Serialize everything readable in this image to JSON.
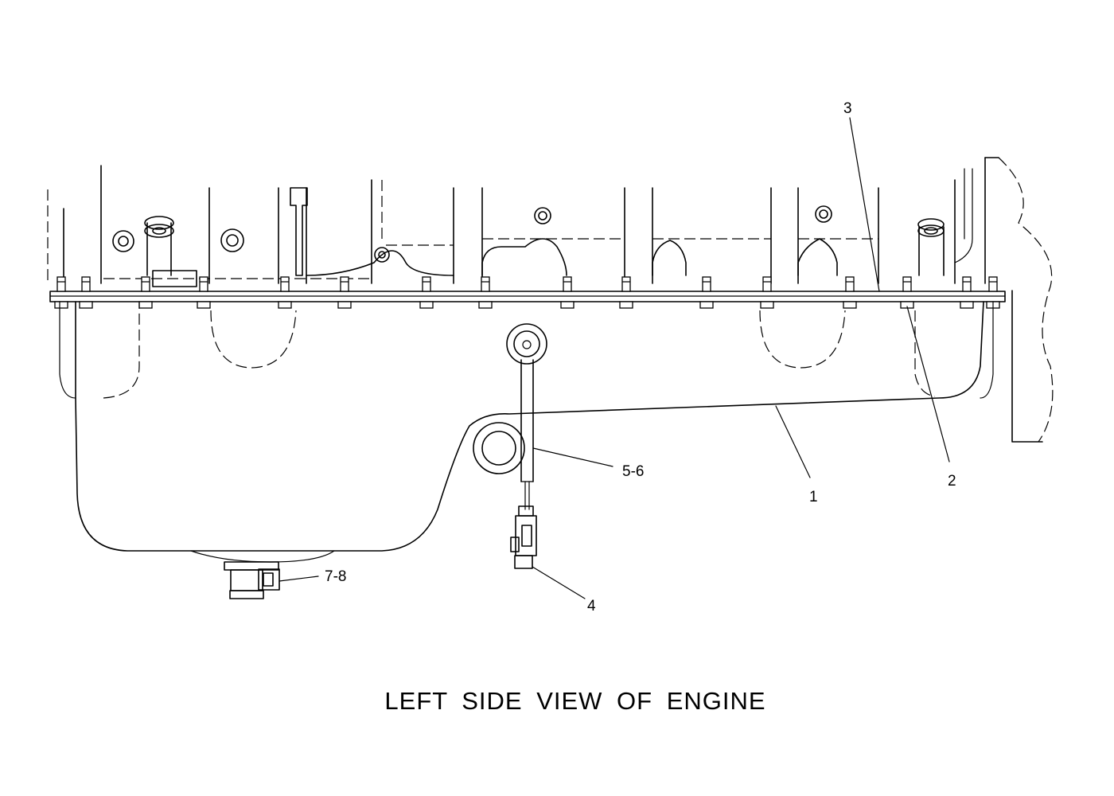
{
  "callouts": {
    "c1": "1",
    "c2": "2",
    "c3": "3",
    "c4": "4",
    "c5_6": "5-6",
    "c7_8": "7-8"
  },
  "caption": "LEFT SIDE VIEW OF ENGINE"
}
